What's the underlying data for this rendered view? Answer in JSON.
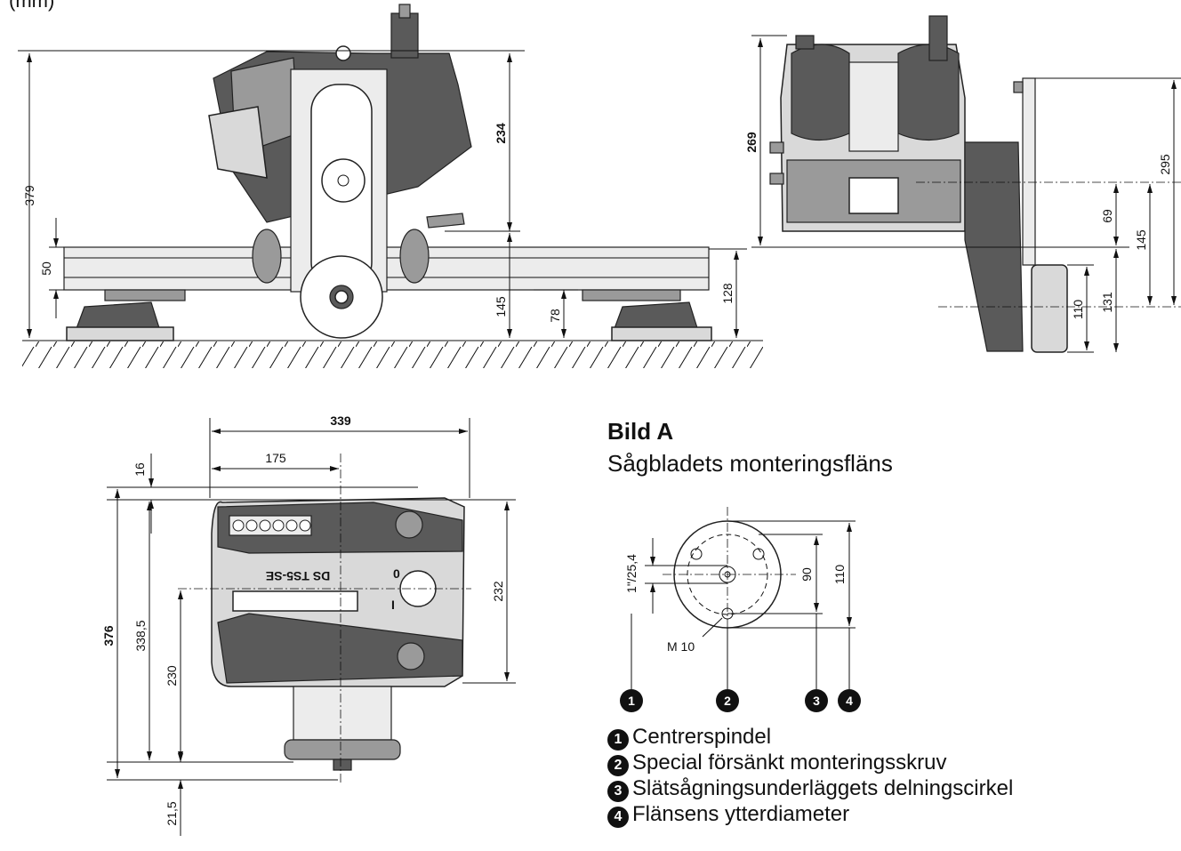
{
  "header_fragment": "(mm)",
  "side_view": {
    "dims": {
      "total_height": "379",
      "motor_height": "234",
      "rail_height": "50",
      "spindle_height": "145",
      "low_height": "78",
      "rail_top": "128"
    }
  },
  "end_view": {
    "dims": {
      "height": "269",
      "d295": "295",
      "d69": "69",
      "d145": "145",
      "d110": "110",
      "d131": "131"
    }
  },
  "top_view": {
    "dims": {
      "width": "339",
      "half": "175",
      "d16": "16",
      "d376": "376",
      "d338": "338,5",
      "d230": "230",
      "d232": "232",
      "d21": "21,5"
    },
    "brand_text": "DS TS5-SE",
    "switch_zero": "0",
    "switch_one": "I"
  },
  "figure": {
    "title": "Bild A",
    "subtitle": "Sågbladets monteringsfläns",
    "flange_dims": {
      "bore": "1\"/25,4",
      "d90": "90",
      "d110": "110",
      "screw": "M 10"
    },
    "callouts": [
      "1",
      "2",
      "3",
      "4"
    ]
  },
  "legend": [
    {
      "num": "1",
      "text": "Centrerspindel"
    },
    {
      "num": "2",
      "text": "Special försänkt monteringsskruv"
    },
    {
      "num": "3",
      "text": "Slätsågningsunderläggets delningscirkel"
    },
    {
      "num": "4",
      "text": "Flänsens ytterdiameter"
    }
  ]
}
